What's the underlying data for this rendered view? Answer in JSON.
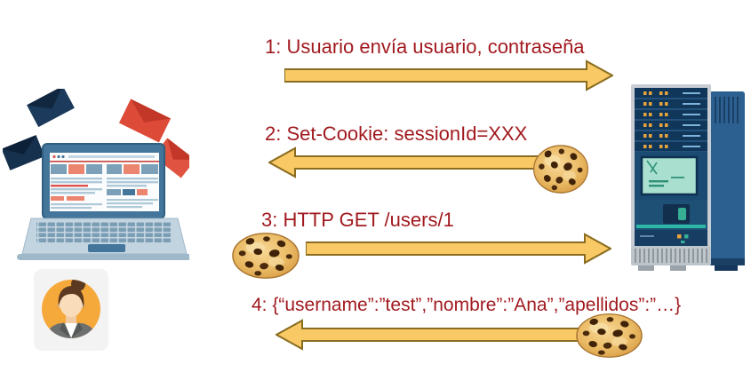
{
  "diagram": {
    "type": "sequence-diagram",
    "topic": "cookie-based session authentication flow",
    "actors": {
      "client": {
        "icon": "laptop-with-mail-illustration",
        "user_icon": "female-user-avatar"
      },
      "server": {
        "icon": "server-tower-illustration"
      }
    },
    "messages": [
      {
        "label": "1: Usuario envía usuario, contraseña",
        "direction": "right",
        "cookie": "none"
      },
      {
        "label": "2: Set-Cookie: sessionId=XXX",
        "direction": "left",
        "cookie": "right-end"
      },
      {
        "label": "3: HTTP GET /users/1",
        "direction": "right",
        "cookie": "left-end"
      },
      {
        "label": "4: {“username”:”test”,”nombre”:”Ana”,”apellidos”:”…}",
        "direction": "left",
        "cookie": "right-end"
      }
    ],
    "colors": {
      "label_text": "#A11A1F",
      "arrow_fill": "#F9C966",
      "arrow_stroke": "#8A6D20",
      "avatar_circle": "#F6A93B",
      "envelope_navy": "#1B3A5C",
      "envelope_red": "#DD4A38",
      "server_blue": "#2C6090",
      "server_screen_teal": "#A9DFCF"
    }
  }
}
